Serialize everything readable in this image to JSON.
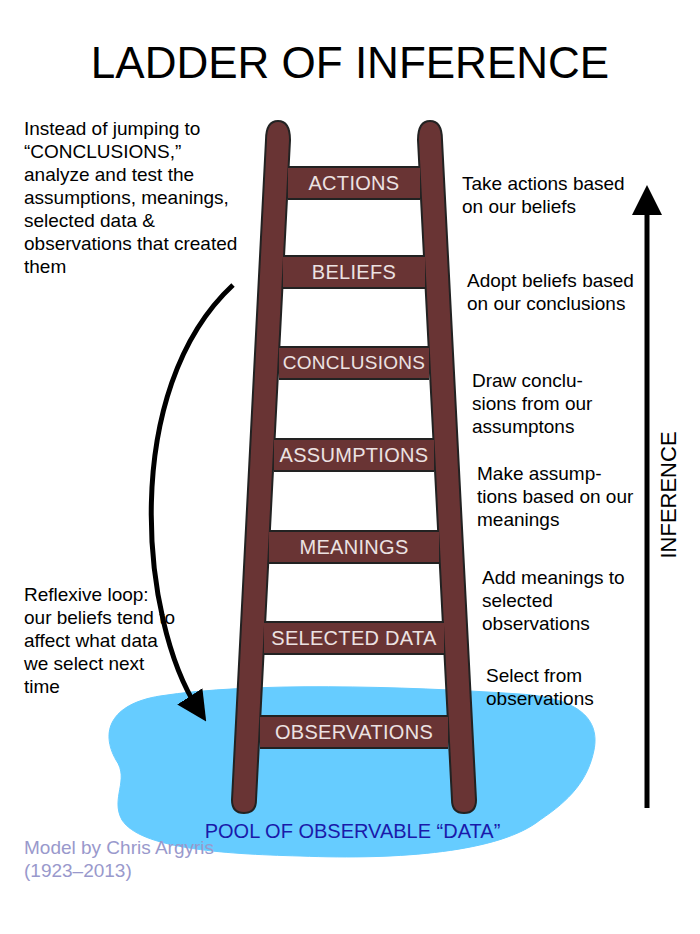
{
  "diagram": {
    "title": "LADDER OF INFERENCE",
    "nodes": [
      {
        "text": [
          "ACTIONS"
        ]
      },
      {
        "text": [
          "BELIEFS"
        ]
      },
      {
        "text": [
          "CONCLUSIONS"
        ]
      },
      {
        "text": [
          "ASSUMPTIONS"
        ]
      },
      {
        "text": [
          "MEANINGS"
        ]
      },
      {
        "text": [
          "SELECTED DATA"
        ]
      },
      {
        "text": [
          "OBSERVATIONS"
        ]
      },
      {
        "text": [
          "POOL OF OBSERVABLE “DATA”"
        ]
      }
    ],
    "labels": [
      "Instead of jumping to “CONCLUSIONS,” analyze and test the assumptions, meanings, selected data & observations that created them",
      "Take actions based on our beliefs",
      "Adopt beliefs based on our conclusions",
      "Draw conclu- sions from our assumptons",
      "Make assump- tions based on our meanings",
      "Add meanings to selected observations",
      "Select from observations",
      "Reflexive loop: our beliefs tend to affect what data we select next time",
      "INFERENCE",
      "Model by Chris Argyris (1923–2013)"
    ]
  }
}
